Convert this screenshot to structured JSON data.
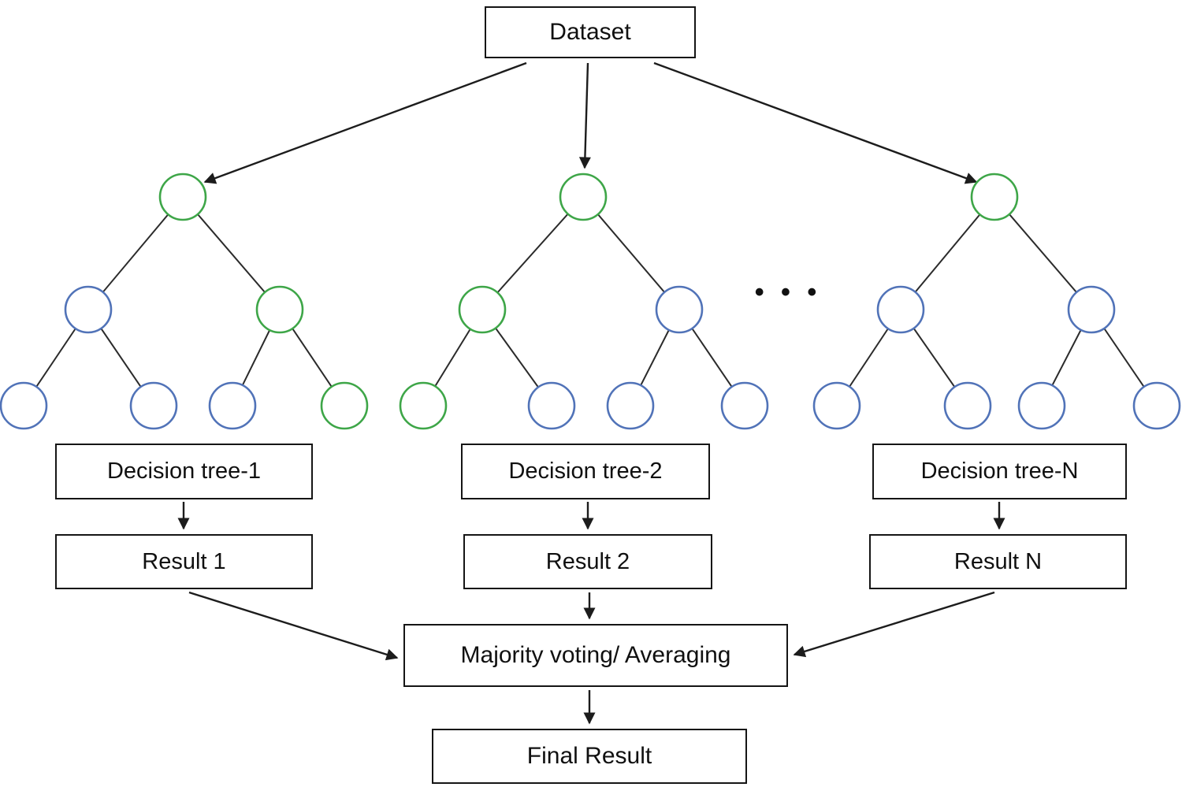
{
  "colors": {
    "green": "#3ea648",
    "blue": "#5173b8",
    "line": "#1c1c1c"
  },
  "dataset": {
    "label": "Dataset"
  },
  "dots_label": "• • •",
  "trees": [
    {
      "label": "Decision tree-1",
      "result": "Result 1",
      "node_strokes": [
        "#3ea648",
        "#5173b8",
        "#3ea648",
        "#5173b8",
        "#5173b8",
        "#5173b8",
        "#3ea648"
      ]
    },
    {
      "label": "Decision tree-2",
      "result": "Result 2",
      "node_strokes": [
        "#3ea648",
        "#3ea648",
        "#5173b8",
        "#3ea648",
        "#5173b8",
        "#5173b8",
        "#5173b8"
      ]
    },
    {
      "label": "Decision tree-N",
      "result": "Result N",
      "node_strokes": [
        "#3ea648",
        "#5173b8",
        "#5173b8",
        "#5173b8",
        "#5173b8",
        "#5173b8",
        "#5173b8"
      ]
    }
  ],
  "majority": {
    "label": "Majority voting/ Averaging"
  },
  "final": {
    "label": "Final Result"
  }
}
